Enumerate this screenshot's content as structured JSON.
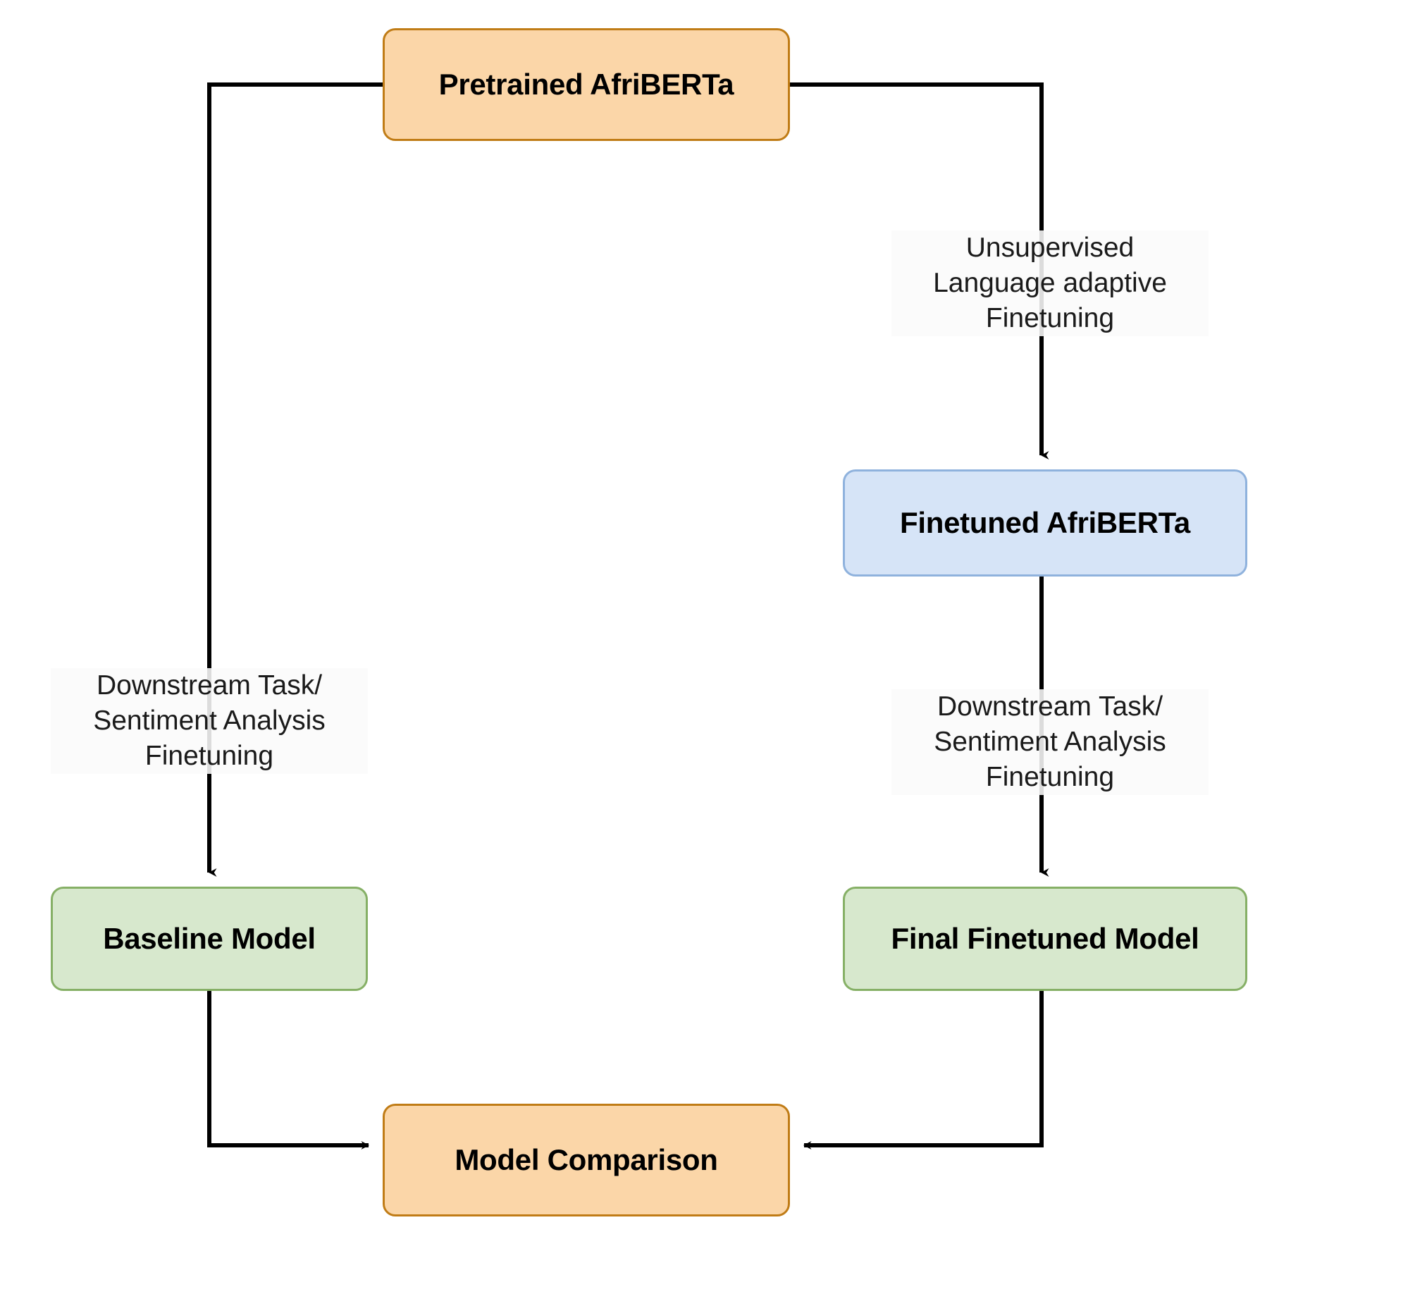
{
  "diagram": {
    "title": "AfriBERTa finetuning pipeline flowchart",
    "type": "flowchart",
    "background": "#ffffff",
    "colors": {
      "orange_fill": "#fbd6a8",
      "orange_stroke": "#c07c16",
      "blue_fill": "#d6e4f7",
      "blue_stroke": "#8fb2dd",
      "green_fill": "#d7e8cd",
      "green_stroke": "#86b066",
      "edge_stroke": "#000000",
      "text": "#000000"
    },
    "nodes": [
      {
        "id": "pretrained",
        "label": "Pretrained AfriBERTa",
        "style": "orange"
      },
      {
        "id": "finetuned",
        "label": "Finetuned AfriBERTa",
        "style": "blue"
      },
      {
        "id": "baseline",
        "label": "Baseline Model",
        "style": "green"
      },
      {
        "id": "final",
        "label": "Final Finetuned Model",
        "style": "green"
      },
      {
        "id": "comparison",
        "label": "Model Comparison",
        "style": "orange"
      }
    ],
    "edges": [
      {
        "id": "pretrained-to-finetuned",
        "from": "pretrained",
        "to": "finetuned",
        "label": "Unsupervised\nLanguage adaptive\nFinetuning",
        "arrow": "down"
      },
      {
        "id": "pretrained-to-baseline",
        "from": "pretrained",
        "to": "baseline",
        "label": "Downstream Task/\nSentiment Analysis\nFinetuning",
        "arrow": "down"
      },
      {
        "id": "finetuned-to-final",
        "from": "finetuned",
        "to": "final",
        "label": "Downstream Task/\nSentiment Analysis\nFinetuning",
        "arrow": "down"
      },
      {
        "id": "baseline-to-comparison",
        "from": "baseline",
        "to": "comparison",
        "label": "",
        "arrow": "right"
      },
      {
        "id": "final-to-comparison",
        "from": "final",
        "to": "comparison",
        "label": "",
        "arrow": "left"
      }
    ]
  }
}
